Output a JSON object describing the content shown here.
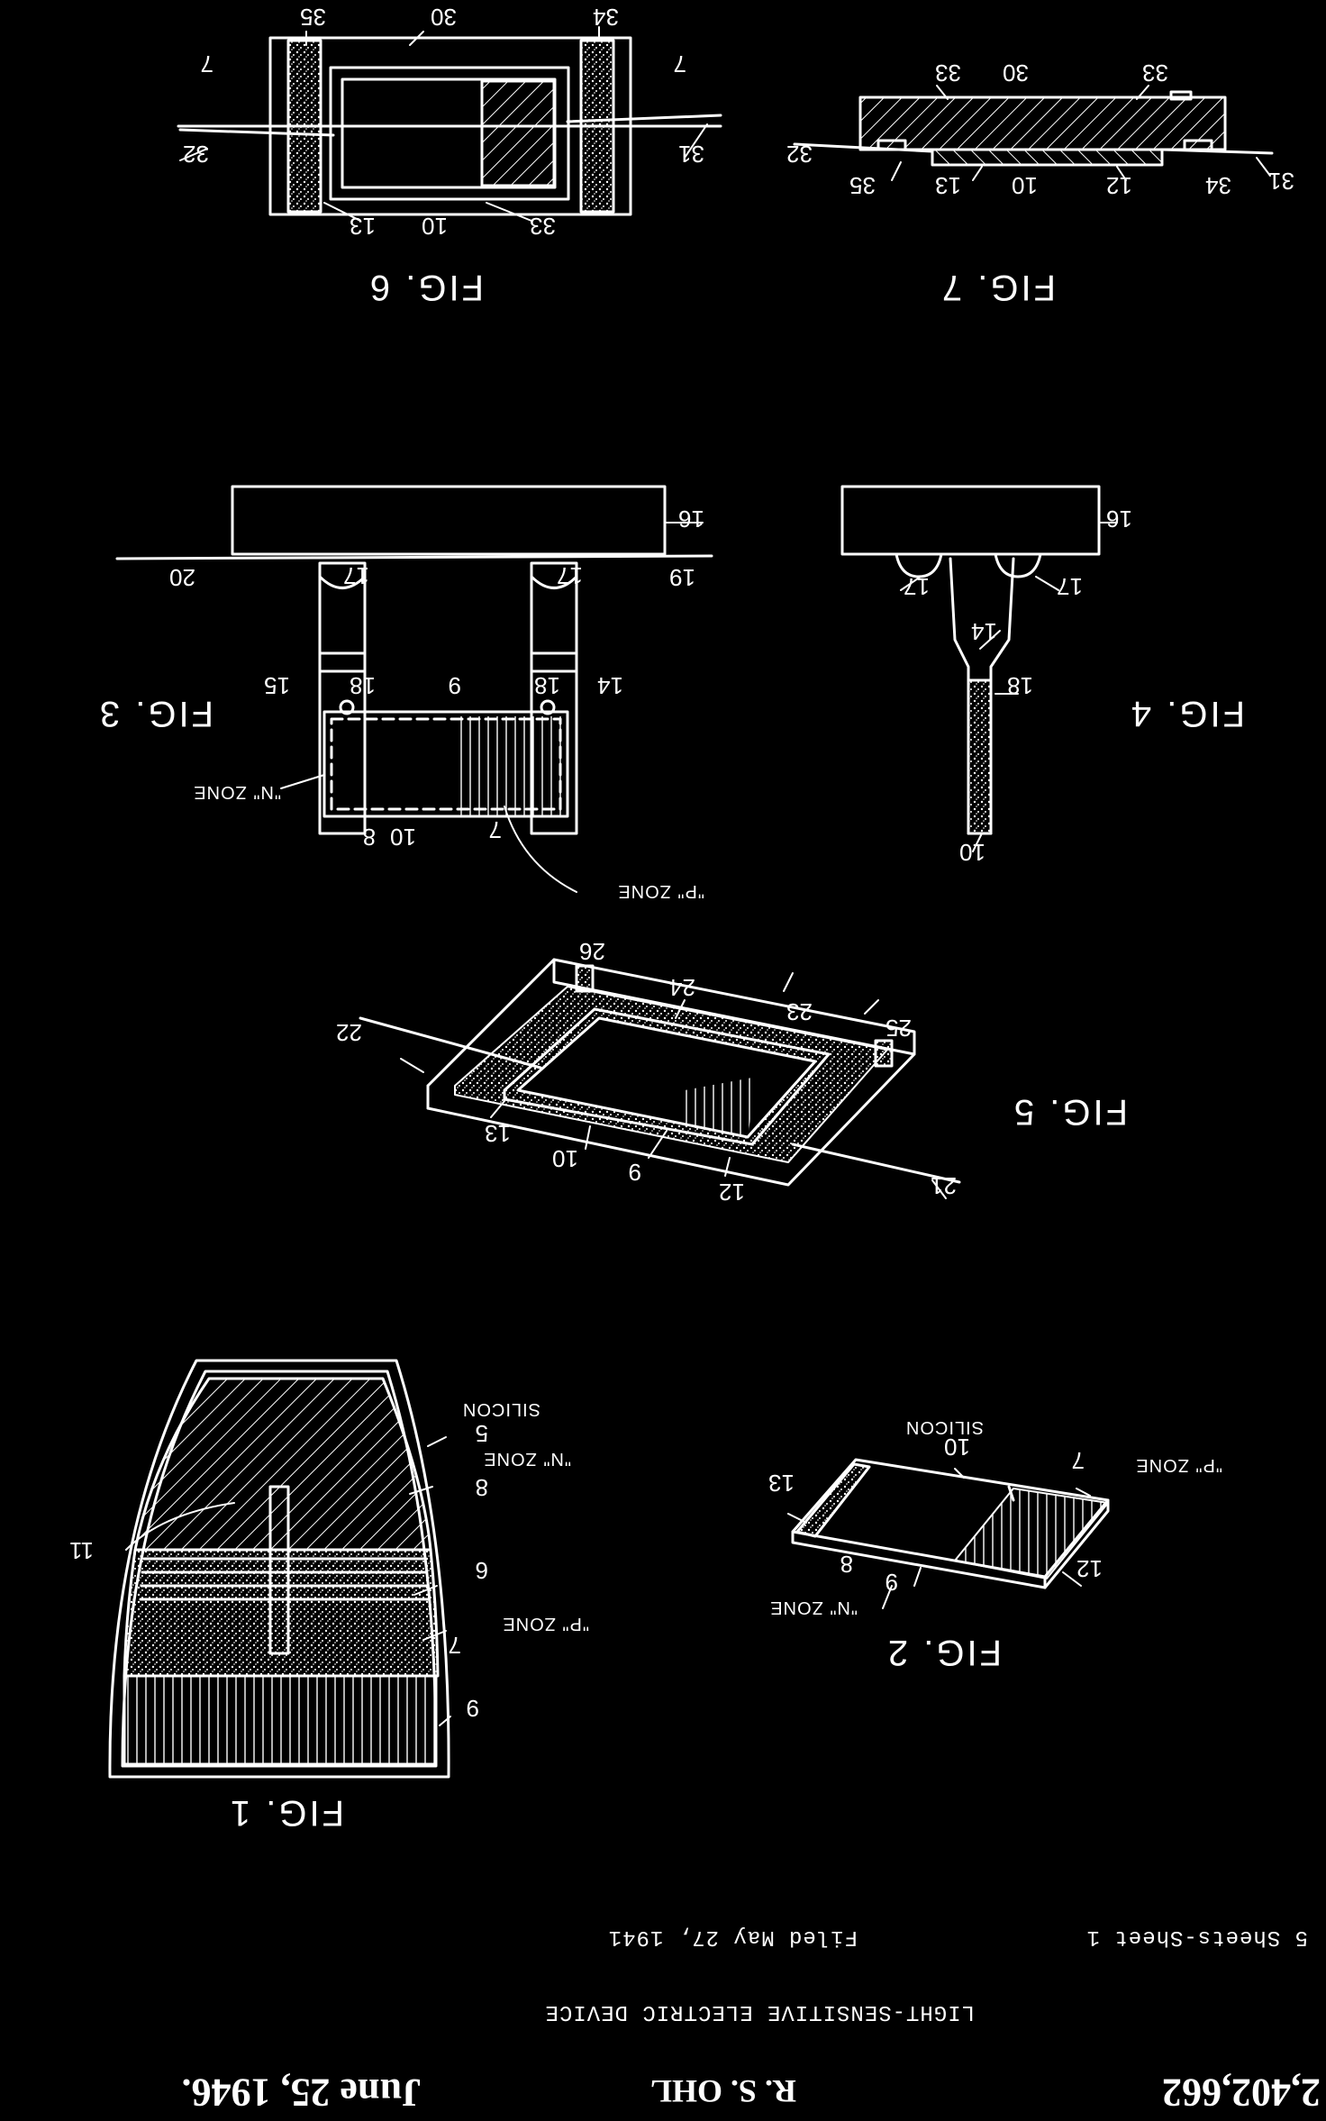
{
  "header": {
    "date": "June 25, 1946.",
    "inventor": "R. S. OHL",
    "patent_number": "2,402,662",
    "title": "LIGHT-SENSITIVE ELECTRIC DEVICE",
    "filed": "Filed May 27, 1941",
    "sheet": "5 Sheets-Sheet 1"
  },
  "figures": {
    "fig1": {
      "caption": "FIG. 1",
      "labels": {
        "silicon": "SILICON",
        "n_zone": "\"N\" ZONE",
        "p_zone": "\"P\" ZONE",
        "ref_5": "5",
        "ref_6": "6",
        "ref_7": "7",
        "ref_8": "8",
        "ref_9": "9",
        "ref_11": "11"
      }
    },
    "fig2": {
      "caption": "FIG. 2",
      "labels": {
        "silicon": "SILICON",
        "p_zone": "\"P\" ZONE",
        "n_zone": "\"N\" ZONE",
        "ref_10": "10",
        "ref_7": "7",
        "ref_13": "13",
        "ref_8": "8",
        "ref_9": "9",
        "ref_12": "12"
      }
    },
    "fig3": {
      "caption": "FIG. 3",
      "labels": {
        "n_zone": "\"N\" ZONE",
        "p_zone": "\"P\" ZONE",
        "ref_16": "16",
        "ref_19": "19",
        "ref_20": "20",
        "ref_17a": "17",
        "ref_17b": "17",
        "ref_15": "15",
        "ref_18a": "18",
        "ref_9": "9",
        "ref_18b": "18",
        "ref_14": "14",
        "ref_8": "8",
        "ref_10": "10",
        "ref_7": "7"
      }
    },
    "fig4": {
      "caption": "FIG. 4",
      "labels": {
        "ref_16": "16",
        "ref_17a": "17",
        "ref_17b": "17",
        "ref_14": "14",
        "ref_18": "18",
        "ref_10": "10"
      }
    },
    "fig5": {
      "caption": "FIG. 5",
      "labels": {
        "ref_26": "26",
        "ref_24": "24",
        "ref_23": "23",
        "ref_25": "25",
        "ref_22": "22",
        "ref_13": "13",
        "ref_10": "10",
        "ref_9": "9",
        "ref_12": "12",
        "ref_21": "21"
      }
    },
    "fig6": {
      "caption": "FIG. 6",
      "labels": {
        "ref_35": "35",
        "ref_30": "30",
        "ref_34": "34",
        "ref_7a": "7",
        "ref_7b": "7",
        "ref_32": "32",
        "ref_31": "31",
        "ref_13": "13",
        "ref_10": "10",
        "ref_33": "33"
      }
    },
    "fig7": {
      "caption": "FIG. 7",
      "labels": {
        "ref_33a": "33",
        "ref_30": "30",
        "ref_33b": "33",
        "ref_32a": "32",
        "ref_35": "35",
        "ref_13": "13",
        "ref_10": "10",
        "ref_12": "12",
        "ref_34": "34",
        "ref_31": "31"
      }
    }
  }
}
